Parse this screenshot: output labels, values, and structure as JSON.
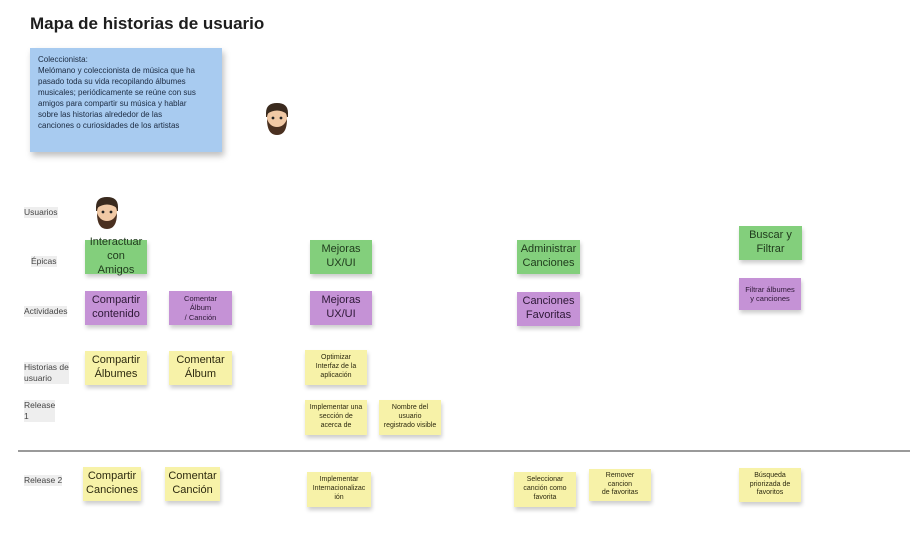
{
  "title": "Mapa de historias de usuario",
  "persona": {
    "lines": [
      "Coleccionista:",
      "Melómano y coleccionista de música que ha",
      "pasado toda su vida recopilando álbumes",
      "musicales; periódicamente se reúne con sus",
      "amigos para compartir su música y hablar",
      "sobre las historias alrededor de las",
      "canciones o curiosidades de los artistas"
    ]
  },
  "rows": {
    "usuarios": "Usuarios",
    "epicas": "Épicas",
    "actividades": "Actividades",
    "historias": [
      "Historias de",
      "usuario"
    ],
    "release1": [
      "Release",
      "1"
    ],
    "release2": "Release 2"
  },
  "epics": [
    [
      "Interactuar",
      "con Amigos"
    ],
    [
      "Mejoras",
      "UX/UI"
    ],
    [
      "Administrar",
      "Canciones"
    ],
    [
      "Buscar y",
      "Filtrar"
    ]
  ],
  "activities": [
    [
      "Compartir",
      "contenido"
    ],
    [
      "Comentar Álbum",
      "/ Canción"
    ],
    [
      "Mejoras",
      "UX/UI"
    ],
    [
      "Canciones",
      "Favoritas"
    ],
    [
      "Filtrar álbumes",
      "y canciones"
    ]
  ],
  "stories": [
    [
      "Compartir",
      "Álbumes"
    ],
    [
      "Comentar",
      "Álbum"
    ],
    [
      "Optimizar",
      "Interfaz de la",
      "aplicación"
    ]
  ],
  "release1_notes": [
    [
      "Implementar una",
      "sección de",
      "acerca de"
    ],
    [
      "Nombre del",
      "usuario",
      "registrado visible"
    ]
  ],
  "release2_notes": [
    [
      "Compartir",
      "Canciones"
    ],
    [
      "Comentar",
      "Canción"
    ],
    [
      "Implementar",
      "Internacionalizac",
      "ión"
    ],
    [
      "Seleccionar",
      "canción como",
      "favorita"
    ],
    [
      "Remover cancion",
      "de favoritas"
    ],
    [
      "Búsqueda",
      "priorizada de",
      "favoritos"
    ]
  ],
  "colors": {
    "persona": "#a8cbf0",
    "epic": "#83cf7c",
    "activity": "#c592d6",
    "story": "#f7f2a8"
  },
  "icons": [
    "avatar-icon"
  ]
}
